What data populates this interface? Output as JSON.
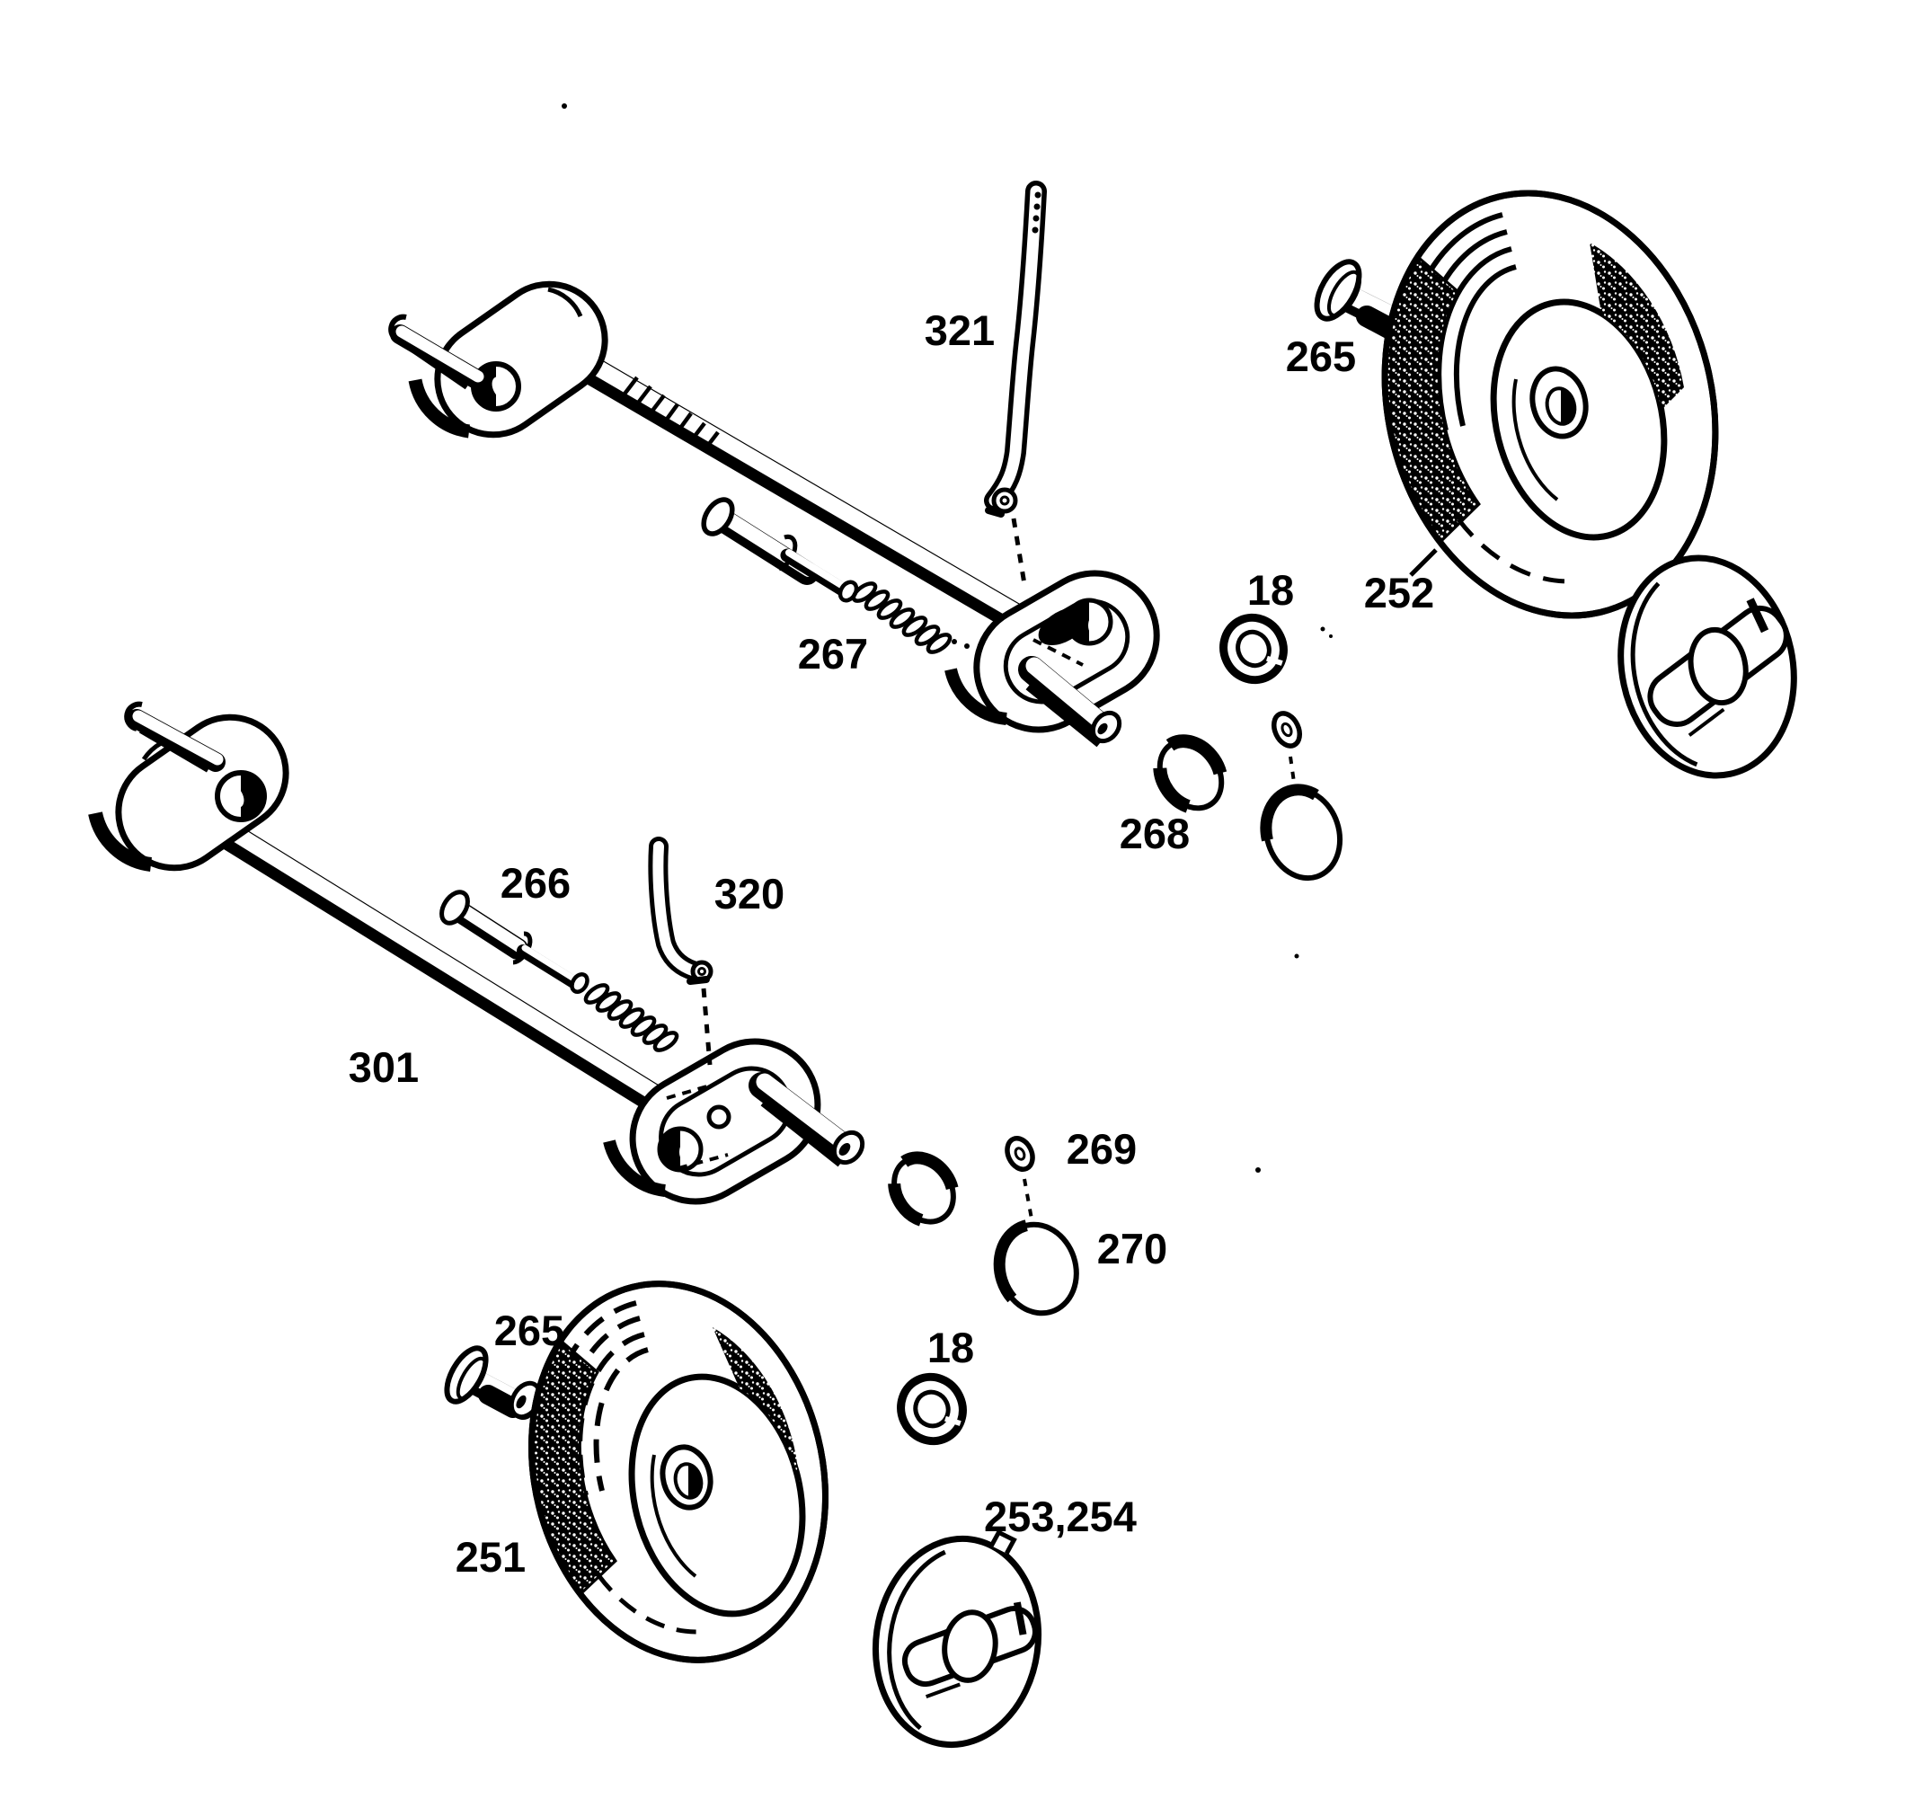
{
  "colors": {
    "background": "#ffffff",
    "ink": "#000000"
  },
  "labels": [
    {
      "part": "lever-top",
      "text": "321"
    },
    {
      "part": "axle-bolt-top",
      "text": "265"
    },
    {
      "part": "wheel-top",
      "text": "252"
    },
    {
      "part": "washer-top",
      "text": "18"
    },
    {
      "part": "clevis-pin-top",
      "text": "267"
    },
    {
      "part": "retaining-ring-top",
      "text": "268"
    },
    {
      "part": "clevis-pin-bottom",
      "text": "266"
    },
    {
      "part": "lever-bottom",
      "text": "320"
    },
    {
      "part": "axle-rod-bottom",
      "text": "301"
    },
    {
      "part": "small-washer-bottom",
      "text": "269"
    },
    {
      "part": "dust-cap-bottom",
      "text": "270"
    },
    {
      "part": "axle-bolt-bottom",
      "text": "265"
    },
    {
      "part": "washer-bottom",
      "text": "18"
    },
    {
      "part": "wheel-bottom",
      "text": "251"
    },
    {
      "part": "hub-caps",
      "text": "253,254"
    }
  ]
}
